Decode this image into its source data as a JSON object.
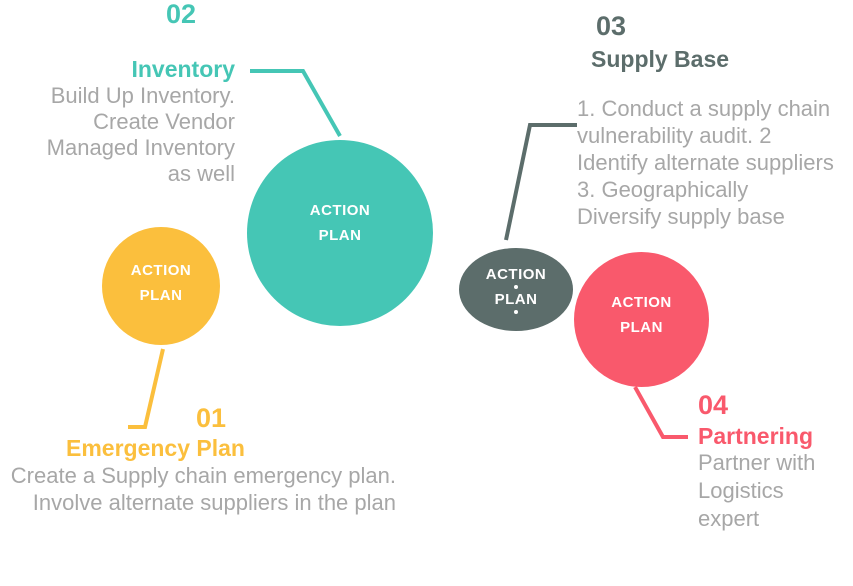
{
  "colors": {
    "teal": "#45C6B5",
    "yellow": "#FBBF3D",
    "slate": "#5C6D6B",
    "red": "#F9596C",
    "gray": "#A7A7A7",
    "circle-text": "#FFFFFF"
  },
  "items": [
    {
      "id": "emergency-plan",
      "number": "01",
      "title": "Emergency Plan",
      "description": "Create a Supply chain emergency plan.\nInvolve alternate suppliers in the plan",
      "circle_line1": "ACTION",
      "circle_line2": "PLAN"
    },
    {
      "id": "inventory",
      "number": "02",
      "title": "Inventory",
      "description": "Build Up Inventory.\nCreate Vendor\nManaged Inventory\nas well",
      "circle_line1": "ACTION",
      "circle_line2": "PLAN"
    },
    {
      "id": "supply-base",
      "number": "03",
      "title": "Supply Base",
      "description": "1. Conduct a supply chain\nvulnerability audit. 2\nIdentify alternate suppliers\n3. Geographically\nDiversify supply base",
      "circle_line1": "ACTION",
      "circle_line2": "PLAN"
    },
    {
      "id": "partnering",
      "number": "04",
      "title": "Partnering",
      "description": "Partner with\nLogistics\nexpert",
      "circle_line1": "ACTION",
      "circle_line2": "PLAN"
    }
  ]
}
